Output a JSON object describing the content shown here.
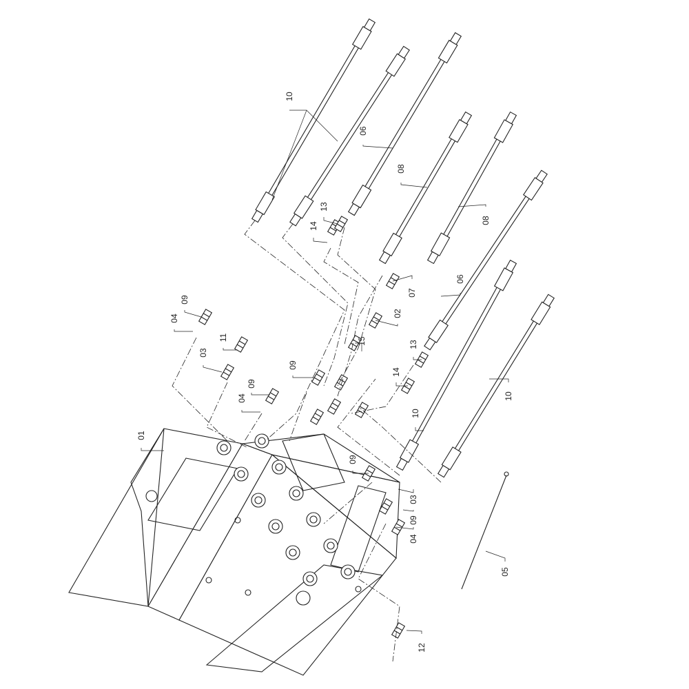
{
  "diagram": {
    "type": "exploded-parts-view",
    "callouts": [
      "10",
      "06",
      "08",
      "08",
      "13",
      "14",
      "06",
      "07",
      "02",
      "15",
      "13",
      "14",
      "10",
      "10",
      "09",
      "04",
      "11",
      "03",
      "09",
      "09",
      "04",
      "01",
      "09",
      "03",
      "09",
      "04",
      "05",
      "12"
    ]
  }
}
